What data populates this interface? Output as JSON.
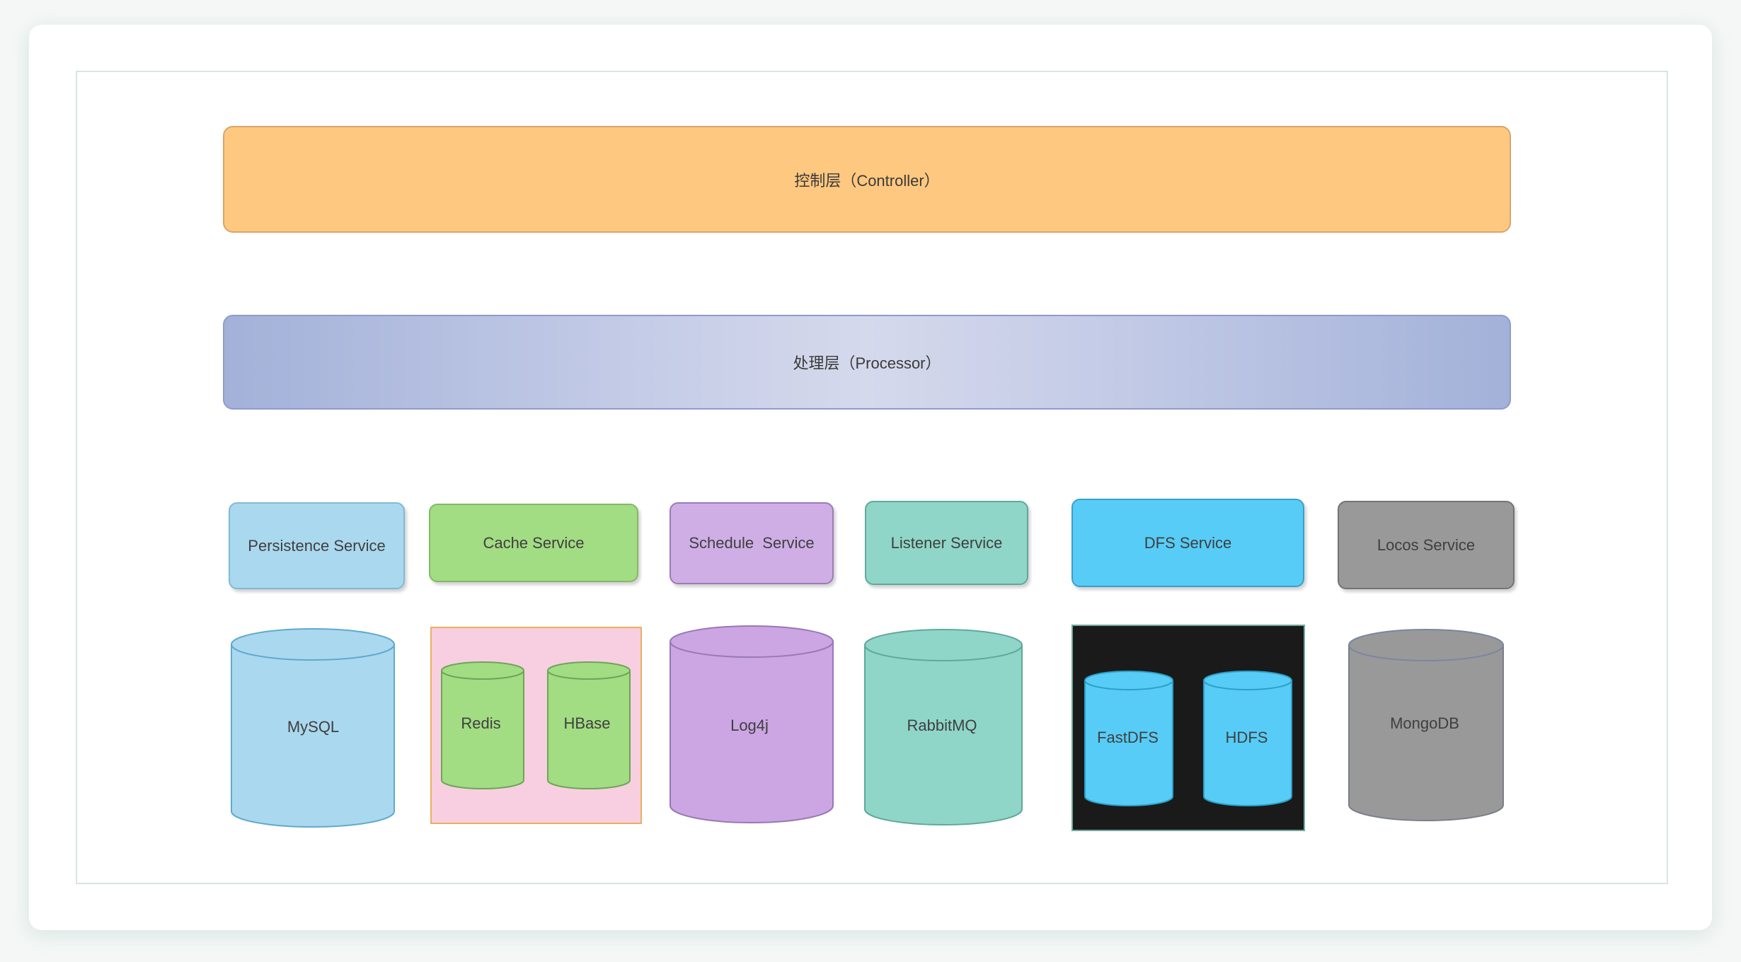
{
  "layers": {
    "controller": "控制层（Controller）",
    "processor": "处理层（Processor）"
  },
  "services": [
    {
      "label": "Persistence Service",
      "color": "#aad8ee"
    },
    {
      "label": "Cache Service",
      "color": "#a2dc83"
    },
    {
      "label": "Schedule  Service",
      "color": "#cfaee6"
    },
    {
      "label": "Listener Service",
      "color": "#8fd6c9"
    },
    {
      "label": "DFS Service",
      "color": "#57ccf7"
    },
    {
      "label": "Locos Service",
      "color": "#999999"
    }
  ],
  "stores": {
    "mysql": "MySQL",
    "redis": "Redis",
    "hbase": "HBase",
    "log4j": "Log4j",
    "rabbitmq": "RabbitMQ",
    "fastdfs": "FastDFS",
    "hdfs": "HDFS",
    "mongodb": "MongoDB"
  },
  "colors": {
    "controller": "#ffc880",
    "processor_edge": "#a3b1d9",
    "processor_center": "#d5d9ec",
    "persistence": "#aad8ee",
    "cache": "#a2dc83",
    "cache_group": "#f8cfe0",
    "schedule": "#cfaee6",
    "listener": "#8fd6c9",
    "dfs": "#57ccf7",
    "dfs_group": "#1a1a1a",
    "locos": "#999999"
  }
}
